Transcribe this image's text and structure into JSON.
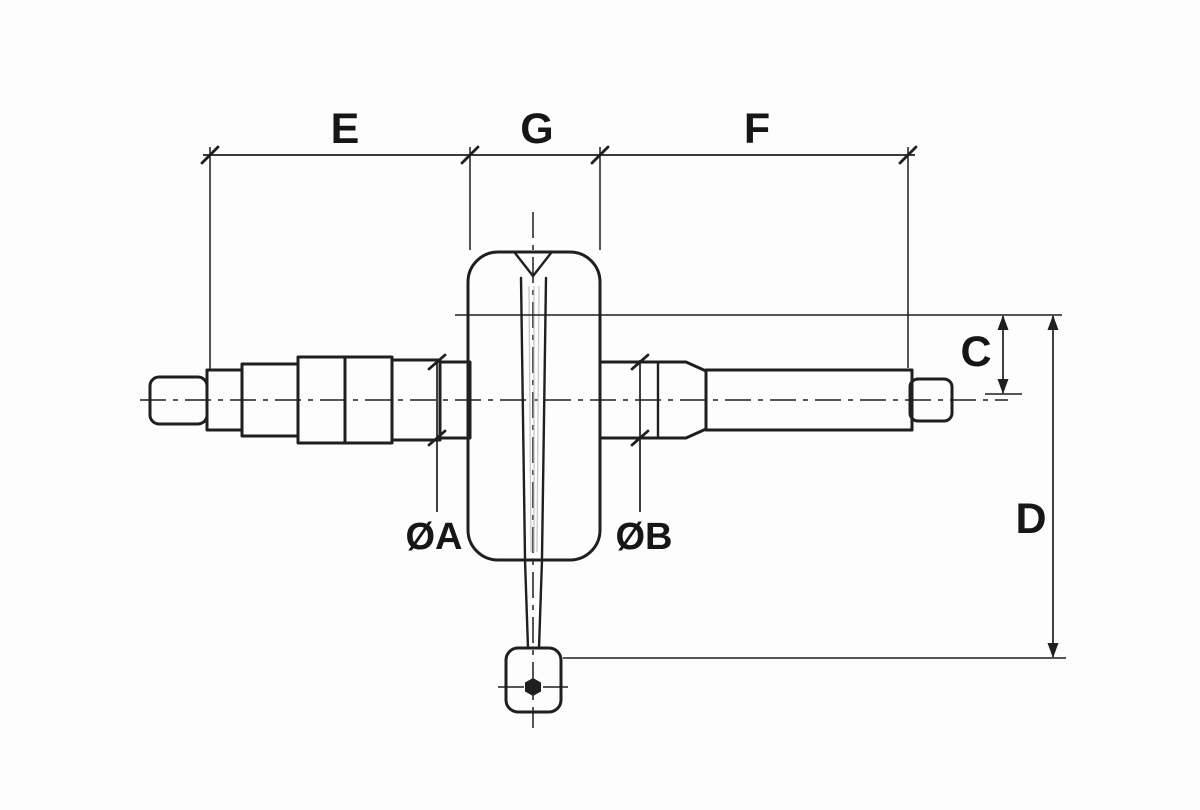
{
  "diagram": {
    "type": "technical-drawing",
    "subject": "crankshaft-with-connecting-rod",
    "labels": {
      "dim_e": "E",
      "dim_g": "G",
      "dim_f": "F",
      "dim_c": "C",
      "dim_d": "D",
      "dia_a": "ØA",
      "dia_b": "ØB"
    },
    "colors": {
      "line": "#1f1f1f",
      "background": "#fdfdfd"
    }
  }
}
